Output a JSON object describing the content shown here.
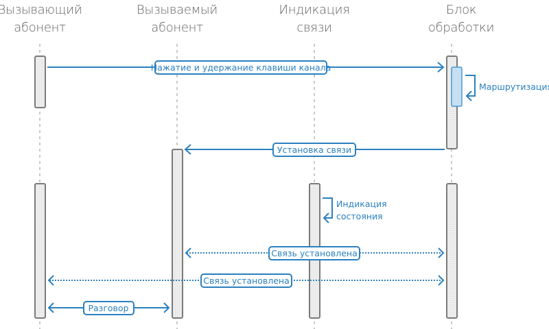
{
  "diagram": {
    "type": "sequence",
    "accent_color": "#2a80bf",
    "actors": [
      {
        "id": "caller",
        "lines": [
          "Вызывающий",
          "абонент"
        ]
      },
      {
        "id": "callee",
        "lines": [
          "Вызываемый",
          "абонент"
        ]
      },
      {
        "id": "indicator",
        "lines": [
          "Индикация",
          "связи"
        ]
      },
      {
        "id": "processor",
        "lines": [
          "Блок",
          "обработки"
        ]
      }
    ],
    "messages": [
      {
        "from": "caller",
        "to": "processor",
        "label": "Нажатие и удержание клавиши канала",
        "style": "solid",
        "direction": "forward"
      },
      {
        "from": "processor",
        "to": "processor",
        "label": "Маршрутизация",
        "style": "self"
      },
      {
        "from": "processor",
        "to": "callee",
        "label": "Установка связи",
        "style": "solid",
        "direction": "forward"
      },
      {
        "from": "indicator",
        "to": "indicator",
        "label": "Индикация состояния",
        "label_lines": [
          "Индикация",
          "состояния"
        ],
        "style": "self"
      },
      {
        "from": "callee",
        "to": "processor",
        "label": "Связь установлена",
        "style": "dotted",
        "direction": "both"
      },
      {
        "from": "caller",
        "to": "processor",
        "label": "Связь установлена",
        "style": "dotted",
        "direction": "both"
      },
      {
        "from": "caller",
        "to": "callee",
        "label": "Разговор",
        "style": "solid",
        "direction": "both"
      }
    ]
  }
}
